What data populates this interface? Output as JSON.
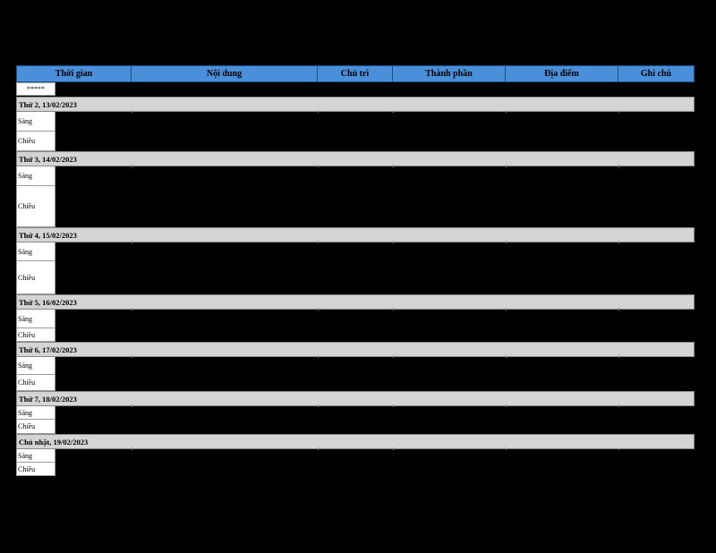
{
  "table": {
    "headers": [
      "Thời gian",
      "Nội dung",
      "Chủ trì",
      "Thành phần",
      "Địa điểm",
      "Ghi chú"
    ],
    "placeholder": "*****"
  },
  "days": [
    {
      "label": "Thứ 2, 13/02/2023",
      "morning": "Sáng",
      "afternoon": "Chiều"
    },
    {
      "label": "Thứ 3, 14/02/2023",
      "morning": "Sáng",
      "afternoon": "Chiều"
    },
    {
      "label": "Thứ 4, 15/02/2023",
      "morning": "Sáng",
      "afternoon": "Chiều"
    },
    {
      "label": "Thứ 5, 16/02/2023",
      "morning": "Sáng",
      "afternoon": "Chiều"
    },
    {
      "label": "Thứ 6, 17/02/2023",
      "morning": "Sáng",
      "afternoon": "Chiều"
    },
    {
      "label": "Thứ 7, 18/02/2023",
      "morning": "Sáng",
      "afternoon": "Chiều"
    },
    {
      "label": "Chủ nhật, 19/02/2023",
      "morning": "Sáng",
      "afternoon": "Chiều"
    }
  ]
}
